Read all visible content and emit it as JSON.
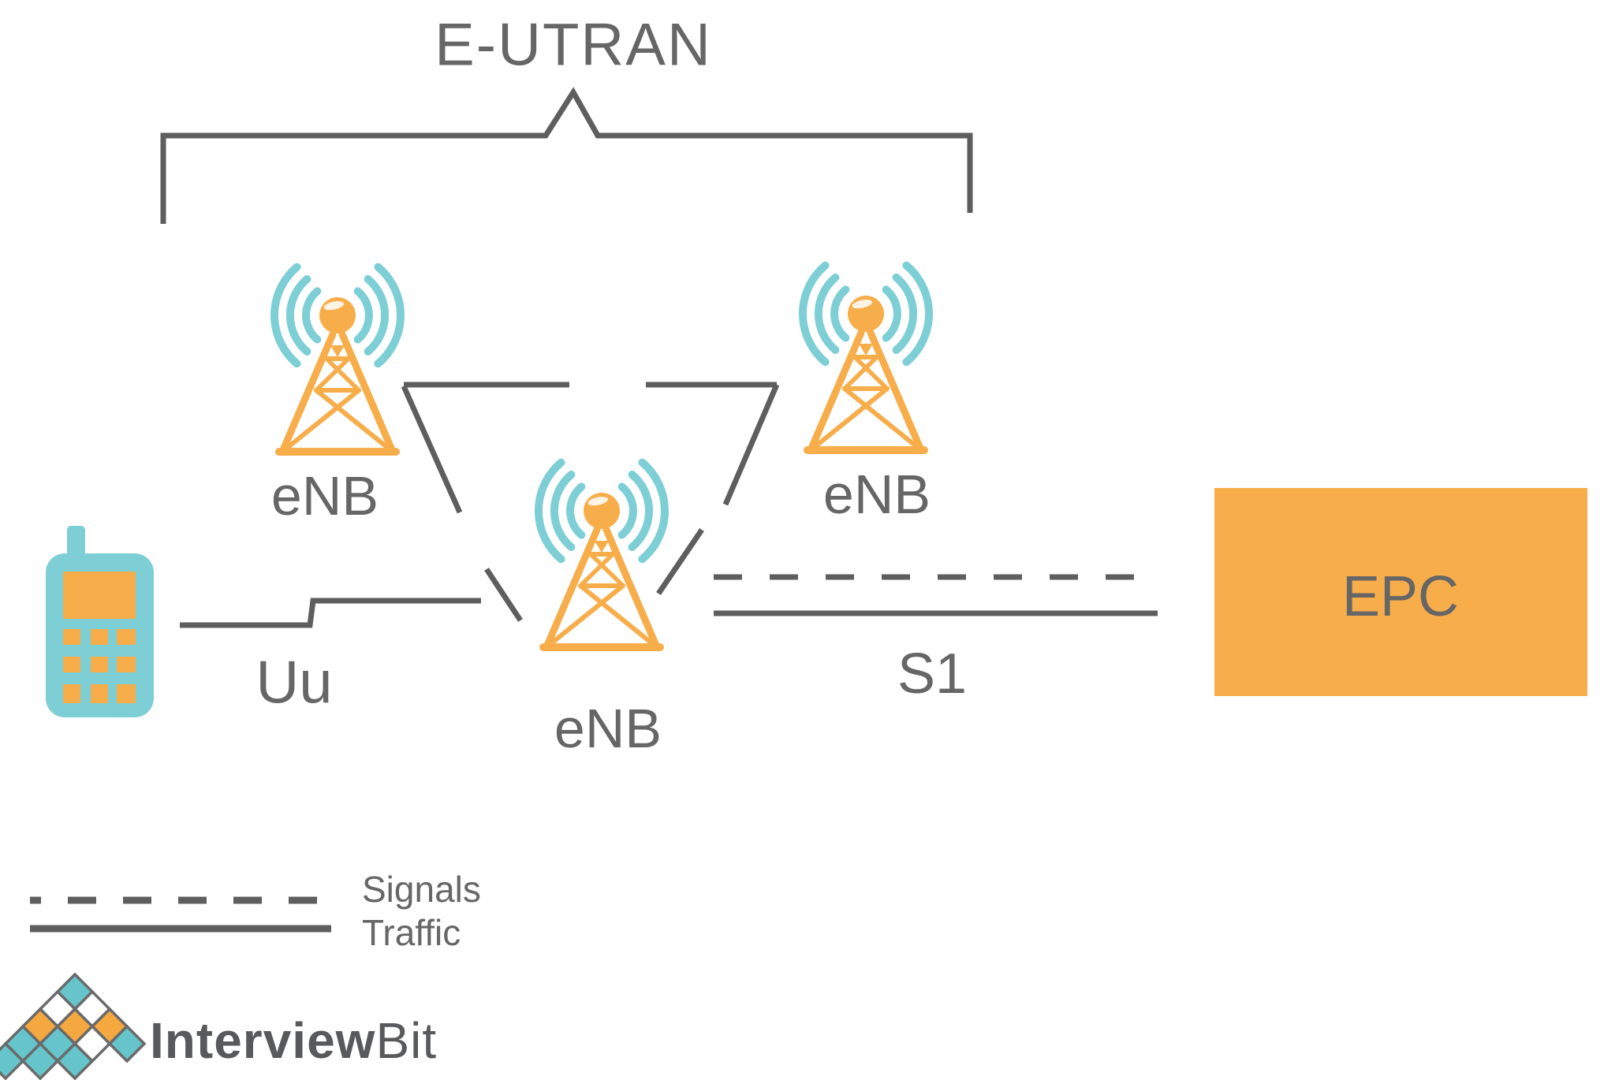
{
  "diagram": {
    "title": "E-UTRAN",
    "nodes": {
      "ue": {
        "name": "mobile-device"
      },
      "enb_left": {
        "label": "eNB"
      },
      "enb_center": {
        "label": "eNB"
      },
      "enb_right": {
        "label": "eNB"
      },
      "epc": {
        "label": "EPC"
      }
    },
    "interfaces": {
      "uu": {
        "label": "Uu"
      },
      "s1": {
        "label": "S1"
      }
    },
    "legend": {
      "items": [
        {
          "label": "Signals",
          "line_style": "dashed"
        },
        {
          "label": "Traffic",
          "line_style": "solid"
        }
      ]
    }
  },
  "logo": {
    "brand_bold": "Interview",
    "brand_light": "Bit",
    "mark_rows": [
      [
        "teal"
      ],
      [
        "white",
        "white"
      ],
      [
        "orange",
        "orange",
        "orange"
      ],
      [
        "teal",
        "teal",
        "white",
        "teal"
      ],
      [
        "teal",
        "teal",
        "teal"
      ]
    ]
  },
  "colors": {
    "orange": "#F7AD4A",
    "teal": "#7DCFD5",
    "line_gray": "#5E5E5E",
    "text_gray": "#666666",
    "logo_text": "#58595B",
    "logo_outline": "#6A6A6A",
    "logo_teal": "#66C5CB",
    "logo_orange": "#F5A83F"
  }
}
